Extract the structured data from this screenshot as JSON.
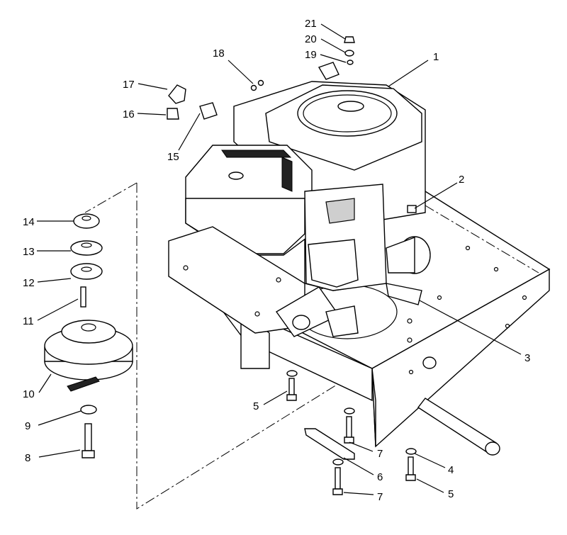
{
  "callouts": [
    {
      "id": "c1",
      "label": "1"
    },
    {
      "id": "c2",
      "label": "2"
    },
    {
      "id": "c3",
      "label": "3"
    },
    {
      "id": "c4",
      "label": "4"
    },
    {
      "id": "c5a",
      "label": "5"
    },
    {
      "id": "c5b",
      "label": "5"
    },
    {
      "id": "c6",
      "label": "6"
    },
    {
      "id": "c7a",
      "label": "7"
    },
    {
      "id": "c7b",
      "label": "7"
    },
    {
      "id": "c8",
      "label": "8"
    },
    {
      "id": "c9",
      "label": "9"
    },
    {
      "id": "c10",
      "label": "10"
    },
    {
      "id": "c11",
      "label": "11"
    },
    {
      "id": "c12",
      "label": "12"
    },
    {
      "id": "c13",
      "label": "13"
    },
    {
      "id": "c14",
      "label": "14"
    },
    {
      "id": "c15",
      "label": "15"
    },
    {
      "id": "c16",
      "label": "16"
    },
    {
      "id": "c17",
      "label": "17"
    },
    {
      "id": "c18",
      "label": "18"
    },
    {
      "id": "c19",
      "label": "19"
    },
    {
      "id": "c20",
      "label": "20"
    },
    {
      "id": "c21",
      "label": "21"
    }
  ]
}
